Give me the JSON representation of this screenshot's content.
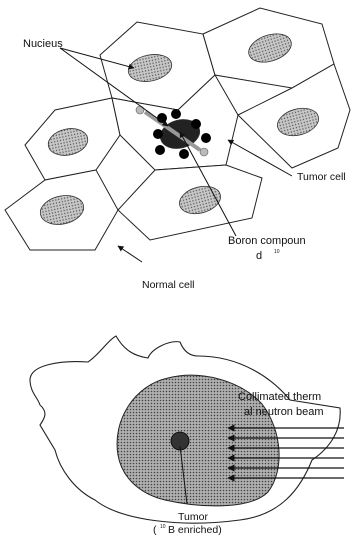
{
  "top_diagram": {
    "labels": {
      "nucleus": "Nucieus",
      "tumor_cell": "Tumor cell",
      "boron_line1": "Boron compoun",
      "boron_line2": "d",
      "boron_superscript": "10",
      "normal_cell": "Normal cell"
    }
  },
  "bottom_diagram": {
    "labels": {
      "beam_line1": "Collimated therm",
      "beam_line2": "al neutron beam",
      "tumor_line1": "Tumor",
      "tumor_line2_prefix": "(",
      "tumor_superscript": "10",
      "tumor_line2_rest": "B enriched)"
    }
  },
  "colors": {
    "line": "#111111",
    "stipple": "#9a9a9a",
    "boron": "#000000",
    "paper": "#ffffff"
  }
}
